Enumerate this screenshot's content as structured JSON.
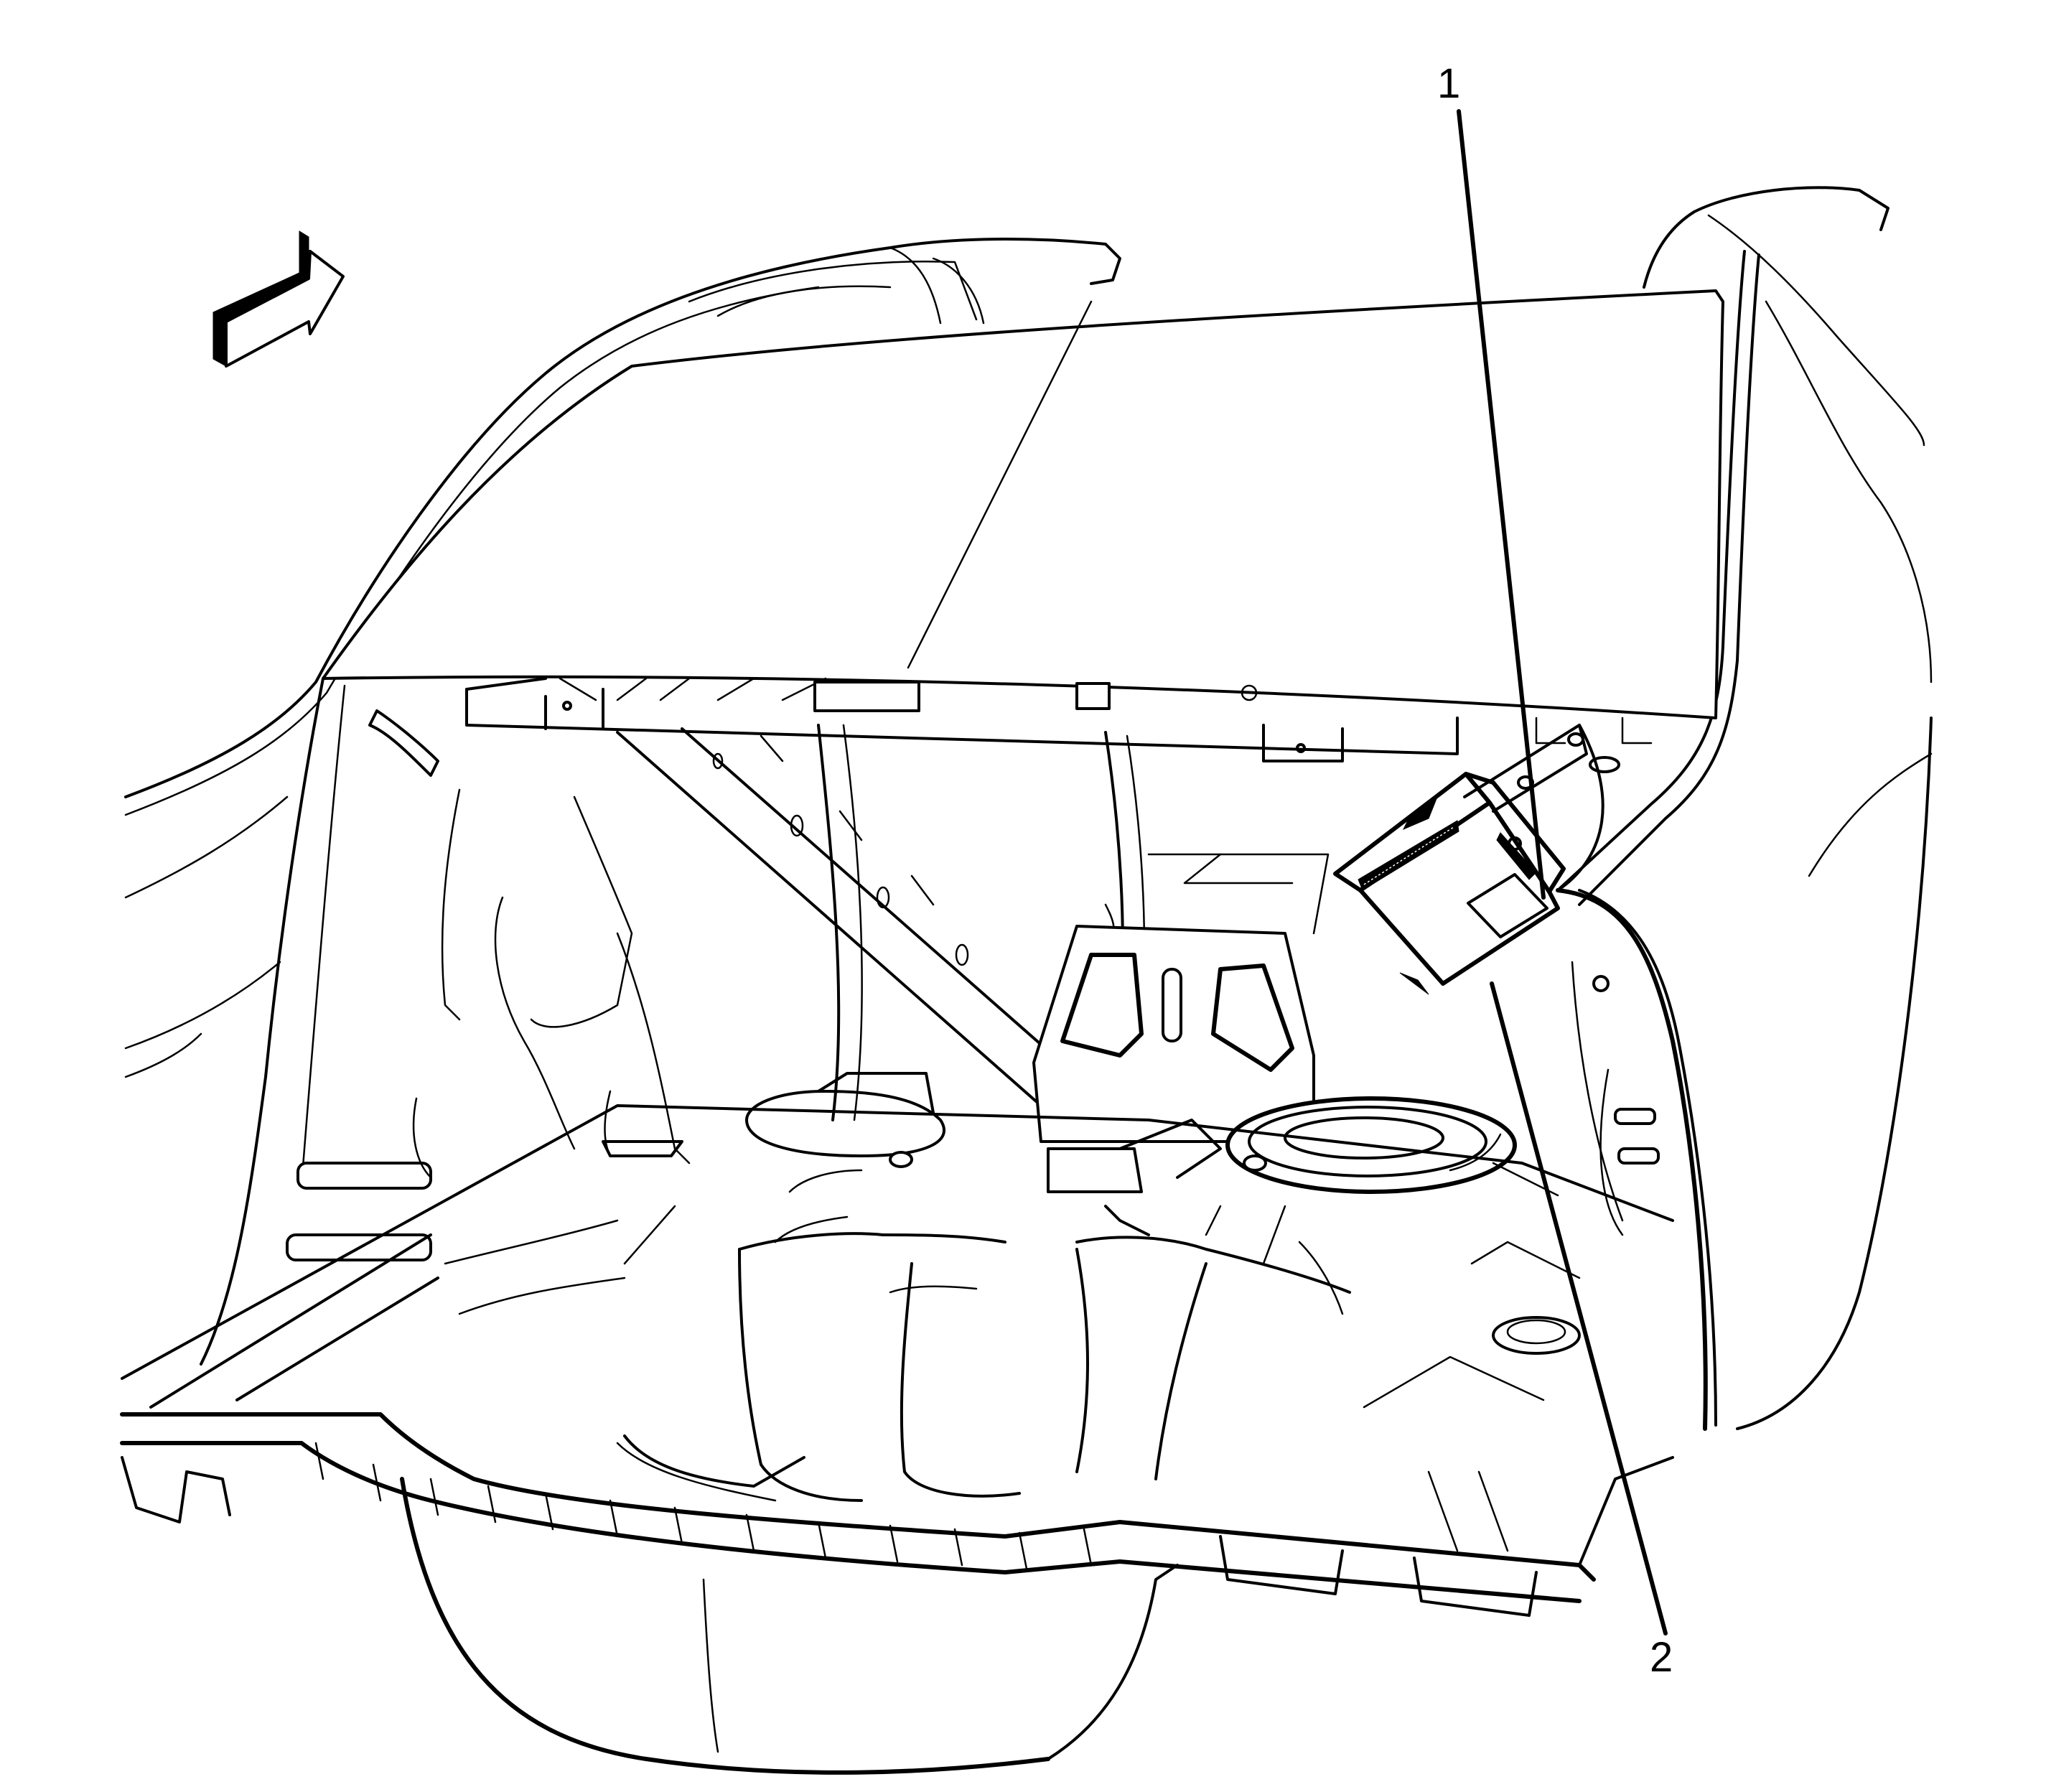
{
  "figure": {
    "description": "Rear compartment (trunk) line illustration with component callouts",
    "background_color": "#ffffff",
    "line_color": "#000000",
    "orientation_arrow": {
      "icon": "forward-direction-arrow-icon",
      "position": "top-left"
    },
    "callouts": [
      {
        "label": "1",
        "points_to": "module"
      },
      {
        "label": "2",
        "points_to": "module-lower-edge"
      }
    ]
  }
}
